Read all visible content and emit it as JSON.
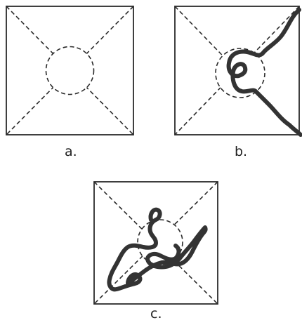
{
  "panels": [
    {
      "id": "a",
      "caption": "a."
    },
    {
      "id": "b",
      "caption": "b."
    },
    {
      "id": "c",
      "caption": "c."
    }
  ],
  "colors": {
    "line": "#2a2a2a",
    "fiber": "#333333",
    "background": "#ffffff"
  }
}
